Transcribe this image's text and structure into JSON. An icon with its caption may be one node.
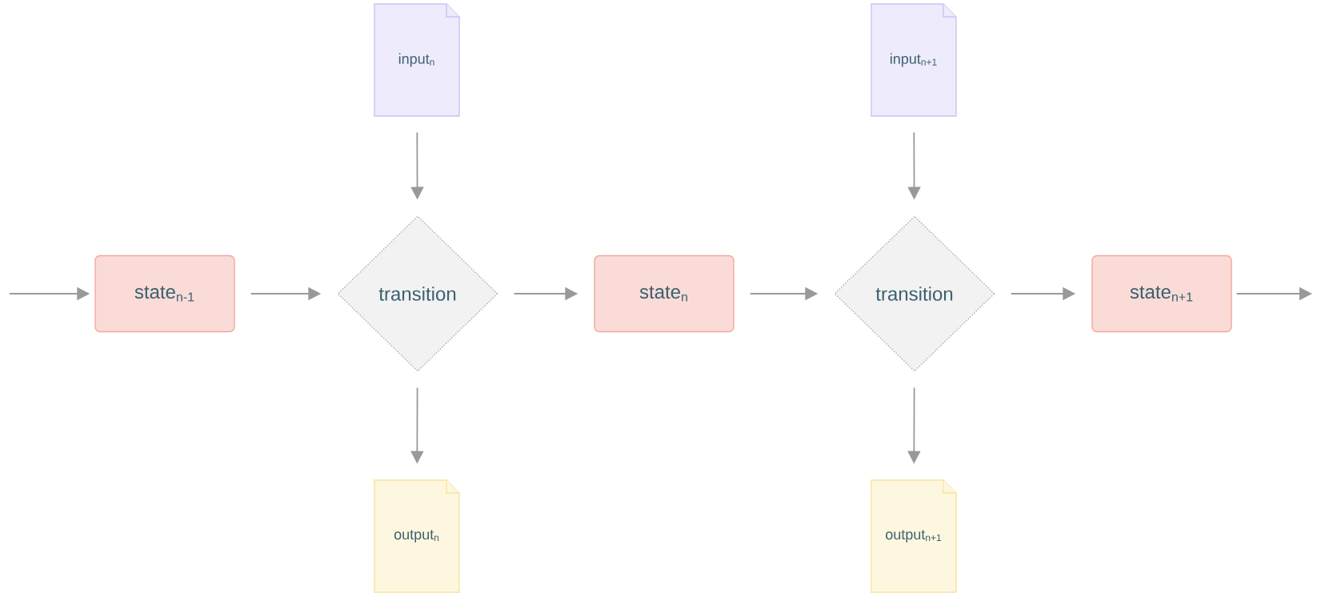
{
  "diagram": {
    "nodes": [
      {
        "text": [
          "input$_{n}$"
        ]
      },
      {
        "text": [
          "input$_{n+1}$"
        ]
      },
      {
        "text": [
          "state$_{n-1}$"
        ]
      },
      {
        "text": [
          "transition"
        ]
      },
      {
        "text": [
          "state$_{n}$"
        ]
      },
      {
        "text": [
          "transition"
        ]
      },
      {
        "text": [
          "state$_{n+1}$"
        ]
      },
      {
        "text": [
          "output$_{n}$"
        ]
      },
      {
        "text": [
          "output$_{n+1}$"
        ]
      }
    ],
    "edges": [
      {
        "from": null,
        "to": 2,
        "arrow": "to"
      },
      {
        "from": 2,
        "to": 3,
        "arrow": "to"
      },
      {
        "from": 3,
        "to": 4,
        "arrow": "to"
      },
      {
        "from": 4,
        "to": 5,
        "arrow": "to"
      },
      {
        "from": 5,
        "to": 6,
        "arrow": "to"
      },
      {
        "from": 6,
        "to": null,
        "arrow": "to"
      },
      {
        "from": 0,
        "to": 3,
        "arrow": "to"
      },
      {
        "from": 3,
        "to": 7,
        "arrow": "to"
      },
      {
        "from": 1,
        "to": 5,
        "arrow": "to"
      },
      {
        "from": 5,
        "to": 8,
        "arrow": "to"
      }
    ]
  }
}
